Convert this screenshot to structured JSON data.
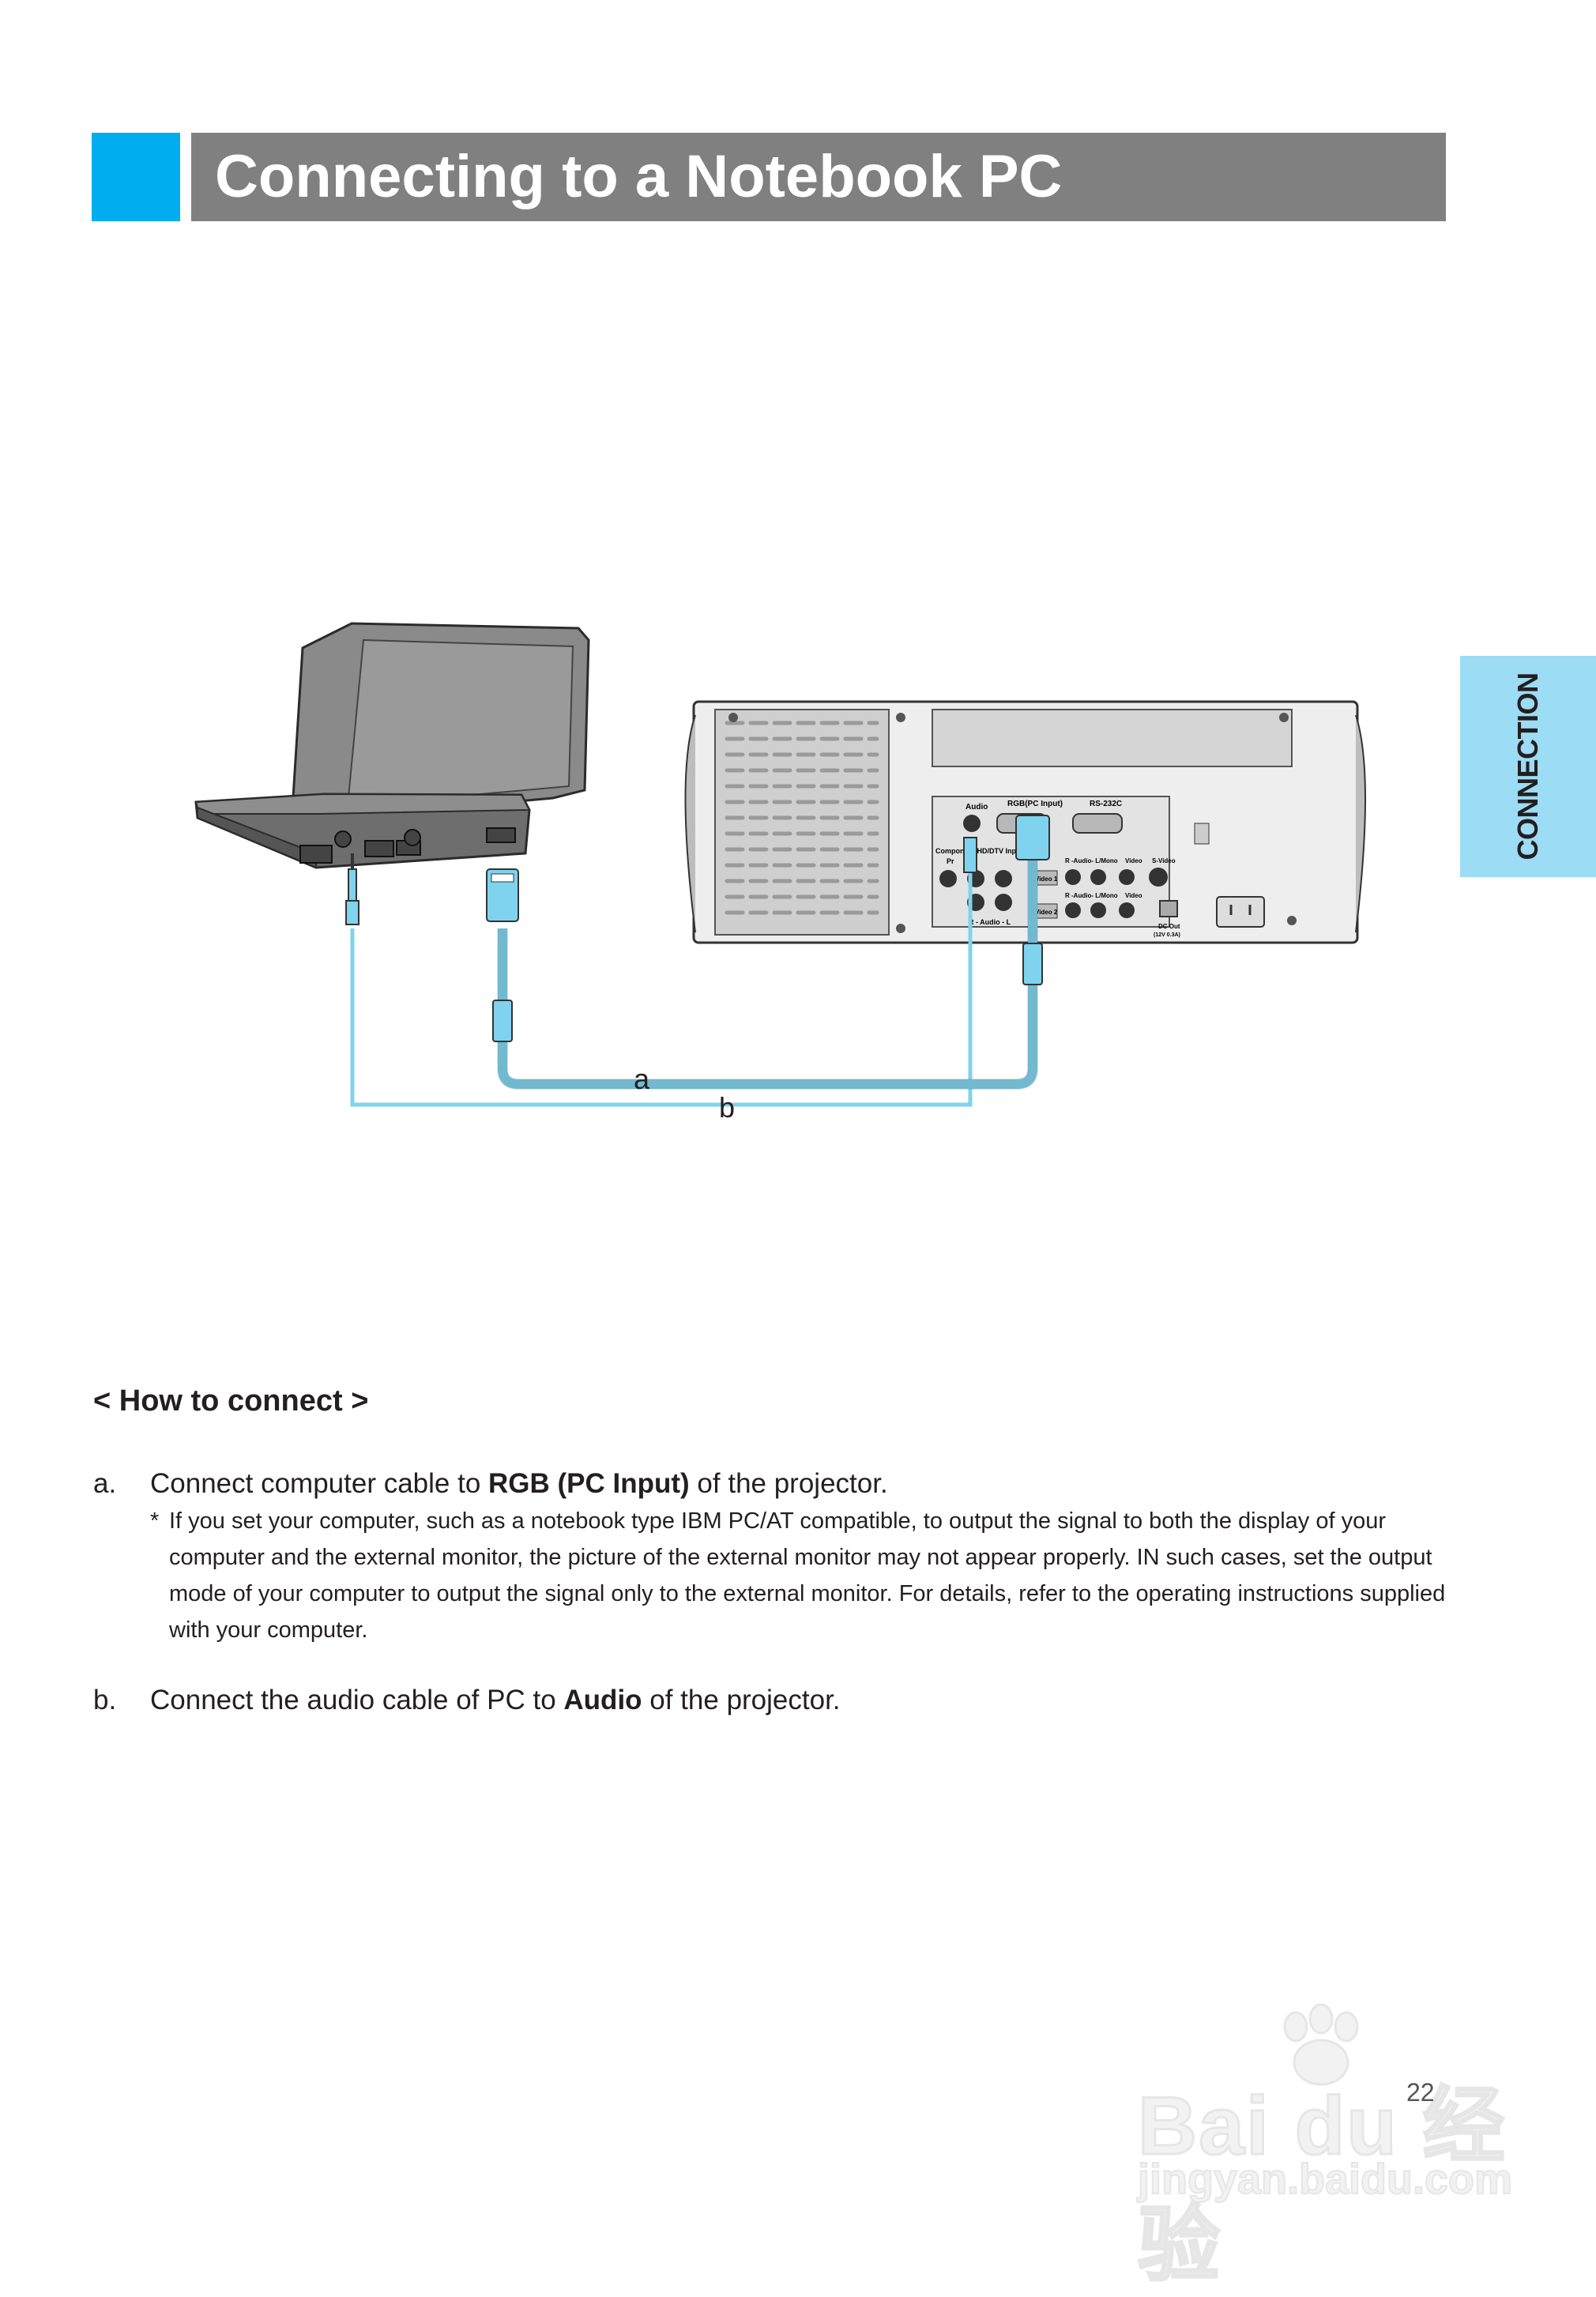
{
  "header": {
    "title": "Connecting to a Notebook PC"
  },
  "side_tab": {
    "label": "CONNECTION"
  },
  "diagram": {
    "cable_a": "a",
    "cable_b": "b",
    "ports": {
      "audio": "Audio",
      "rgb": "RGB(PC Input)",
      "rs232c": "RS-232C",
      "component": "Component/HD/DTV Input",
      "pr": "Pr",
      "audio_lr": "R - Audio - L",
      "video1": "Video 1",
      "video2": "Video 2",
      "audio_mono": "R -Audio- L/Mono",
      "video": "Video",
      "svideo": "S-Video",
      "dc_out": "DC Out",
      "dc_spec": "(12V 0.3A)"
    }
  },
  "instructions": {
    "heading": "< How to connect >",
    "step_a": {
      "label": "a.",
      "pre": "Connect computer cable to ",
      "bold": "RGB (PC Input)",
      "post": " of the projector."
    },
    "note": {
      "star": "*",
      "text": "If you set your computer, such as a notebook type IBM PC/AT compatible, to output the signal to both the display of your computer and the external monitor, the picture of the external monitor may not appear properly. IN such cases, set the output mode of your computer to output the signal only to the external monitor. For details, refer to the operating instructions supplied with your computer."
    },
    "step_b": {
      "label": "b.",
      "pre": "Connect the audio cable of PC to ",
      "bold": "Audio",
      "post": " of the projector."
    }
  },
  "page_number": "22",
  "watermark": {
    "brand": "Bai du 经验",
    "url": "jingyan.baidu.com"
  },
  "colors": {
    "accent_blue": "#00aeef",
    "title_gray": "#808080",
    "tab_blue": "#9cdcf4",
    "cable": "#7fd3ee"
  }
}
